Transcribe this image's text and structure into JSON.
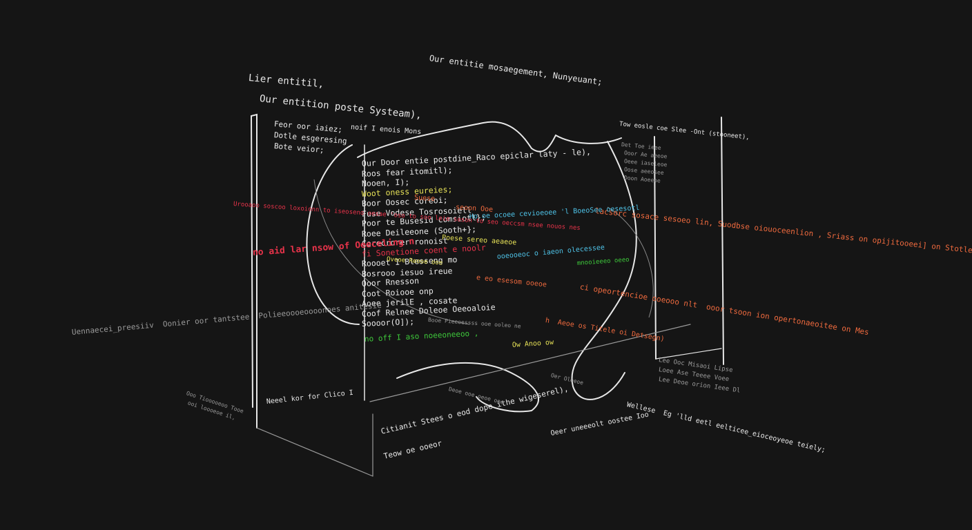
{
  "colors": {
    "background": "#151515",
    "text": "#eaeaea",
    "red": "#e8334a",
    "orange": "#ef6a3e",
    "yellow": "#e6e157",
    "green": "#3ec93b",
    "cyan": "#4fc3e8"
  },
  "left_panel": {
    "title": "Lier entitil,",
    "subtitle": "Our entition poste Systeam),",
    "lines": [
      "Feor oor iaiez;",
      "Dotle esgeresing",
      "Bote veior;"
    ],
    "header_note": "noif I enois Mons"
  },
  "top_note": "Our entitie mosaegement, Nunyeuant;",
  "code_block": [
    {
      "text": "Our Door entie postdine_Raco epiclar laty - le),",
      "color": "w"
    },
    {
      "text": "Roos fear itomitl);",
      "color": "w"
    },
    {
      "text": "Nooen, I);",
      "color": "w"
    },
    {
      "text": "Woot oness eureies;",
      "color": "y"
    },
    {
      "text": "Boor Oosec coreoi;",
      "color": "w"
    },
    {
      "text": "Fuse Vodese Tosrosoiell",
      "color": "w"
    },
    {
      "text": "Poor te Busesid comsiotl};",
      "color": "w"
    },
    {
      "text": "Roee Deileeone (Sooth+};",
      "color": "w"
    },
    {
      "text": "Corecrorer ronoist",
      "color": "w"
    },
    {
      "text": "fi Sonetione coent e noolr",
      "color": "r"
    },
    {
      "text": "Roooet I Blesseng mo",
      "color": "w"
    },
    {
      "text": "Bosrooo iesuo ireue",
      "color": "w"
    },
    {
      "text": "Ooor Rnesson",
      "color": "w"
    },
    {
      "text": "Coot Roiooe onp",
      "color": "w"
    },
    {
      "text": "Aoee jerilE , cosate",
      "color": "w"
    },
    {
      "text": "Coof Relnee Doleoe Oeeoaloie",
      "color": "w"
    },
    {
      "text": "Soooor(O]);",
      "color": "w"
    }
  ],
  "streams": {
    "red_1": "Urooaoo soscoo loxoionn to iseoseno oesae 'oso to soo leie seson to seo oeccsm nsee nouos nes",
    "red_2": "no aid lar nsow of Oeeceling n",
    "orange_1": "Suese",
    "orange_2": "seoon Ooe",
    "orange_3": "e eo esesom ooeoe",
    "orange_right": "lacsorc sosace sesoeo lin, Suodbse oiouoceenlion , Sriass on opijitooeei] on Stotle.",
    "orange_lower": "ci opeortencioe ooeooo nlt  ooor tsoon ion opertonaeoitee on Mes",
    "orange_lower2": "h  Aeoe os Titele oi Detsegn)",
    "cyan_1": "Ho oe ocoee cevioeoee 'l BoeoSee oesesotl",
    "cyan_2": "ooeooeoc o iaeon olecessee",
    "yellow_1": "Poese sereo aeaeoe",
    "yellow_2": "Oveoe Reooe ooe",
    "yellow_3": "Ow Anoo ow",
    "green_1": "no off I aso noeeoneeoo ,",
    "green_2": "mnooieeeo oeeo"
  },
  "right_panel": {
    "header": "Tow eosle coe Slee -Ont (stooneet),",
    "items": [
      "Det Toe ieee",
      "Ooor Ae aeeoe",
      "Oeee iaseleoe",
      "Oose aeeosee",
      "Doon Aoeeoe"
    ],
    "footer": [
      "Lee Ooc Misaoi Lipse",
      "Loee Ase Teeee Voee",
      "Lee Deoe orion Ieee Dl"
    ]
  },
  "floor_labels": {
    "left": "Uennaecei_preesiiv  Oonier oor tantstee  Polieeoooeoooonoes anitesie",
    "left_lower": [
      "Ooo Tiooooeoo Tooe",
      "ooi loooeoe il,"
    ],
    "mid_left": "Neeel kor for Clico I",
    "bottom_left": [
      "Citianit Stees o eod dope ithe wigeserel),",
      "Teow oe ooeor"
    ],
    "bottom_mid": "Oeer uneeeolt oostee Ioo",
    "bottom_right": "Wellese  Eg 'lld eetl eelticee_eioceoyeoe teiely;",
    "small": [
      "Booe Pieeoessss ooe ooleo ne",
      "Deoe ooe oeoe ooe",
      "Oer Oleeoe"
    ]
  }
}
